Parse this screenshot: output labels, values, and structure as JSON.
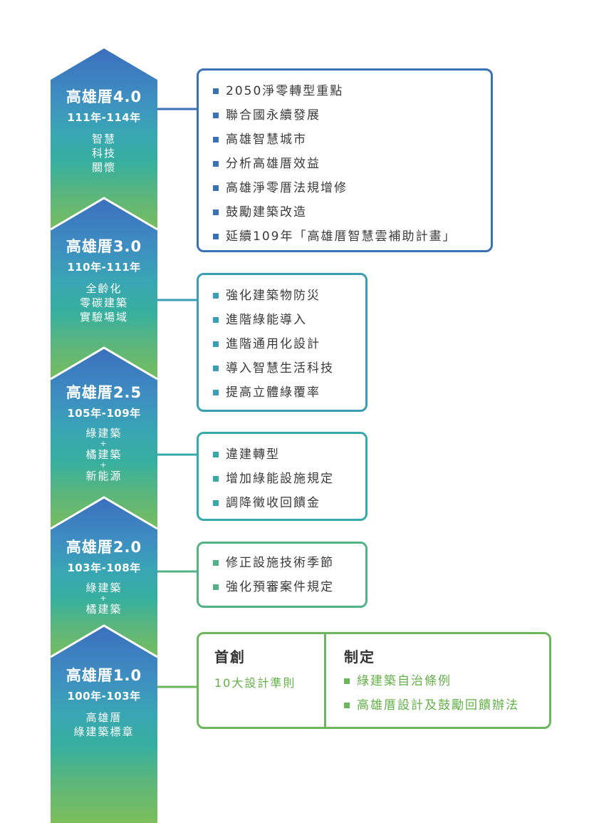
{
  "stages": [
    {
      "title": "高雄厝4.0",
      "period": "111年-114年",
      "desc": [
        "智慧",
        "科技",
        "關懷"
      ],
      "color": "#3a72b8",
      "items": [
        "2050淨零轉型重點",
        "聯合國永續發展",
        "高雄智慧城市",
        "分析高雄厝效益",
        "高雄淨零厝法規增修",
        "鼓勵建築改造",
        "延續109年「高雄厝智慧雲補助計畫」"
      ]
    },
    {
      "title": "高雄厝3.0",
      "period": "110年-111年",
      "desc": [
        "全齡化",
        "零碳建築",
        "實驗場域"
      ],
      "color": "#3a9fb6",
      "items": [
        "強化建築物防災",
        "進階綠能導入",
        "進階通用化設計",
        "導入智慧生活科技",
        "提高立體綠覆率"
      ]
    },
    {
      "title": "高雄厝2.5",
      "period": "105年-109年",
      "desc": [
        "綠建築",
        "+",
        "橘建築",
        "+",
        "新能源"
      ],
      "color": "#36aaa8",
      "items": [
        "違建轉型",
        "增加綠能設施規定",
        "調降徵收回饋金"
      ]
    },
    {
      "title": "高雄厝2.0",
      "period": "103年-108年",
      "desc": [
        "綠建築",
        "+",
        "橘建築"
      ],
      "color": "#52b285",
      "items": [
        "修正設施技術季節",
        "強化預審案件規定"
      ]
    },
    {
      "title": "高雄厝1.0",
      "period": "100年-103年",
      "desc": [
        "高雄厝",
        "綠建築標章"
      ],
      "color": "#6cb65c",
      "first": {
        "title": "首創",
        "text": "10大設計準則"
      },
      "enact": {
        "title": "制定",
        "items": [
          "綠建築自治條例",
          "高雄厝設計及鼓勵回饋辦法"
        ]
      }
    }
  ]
}
